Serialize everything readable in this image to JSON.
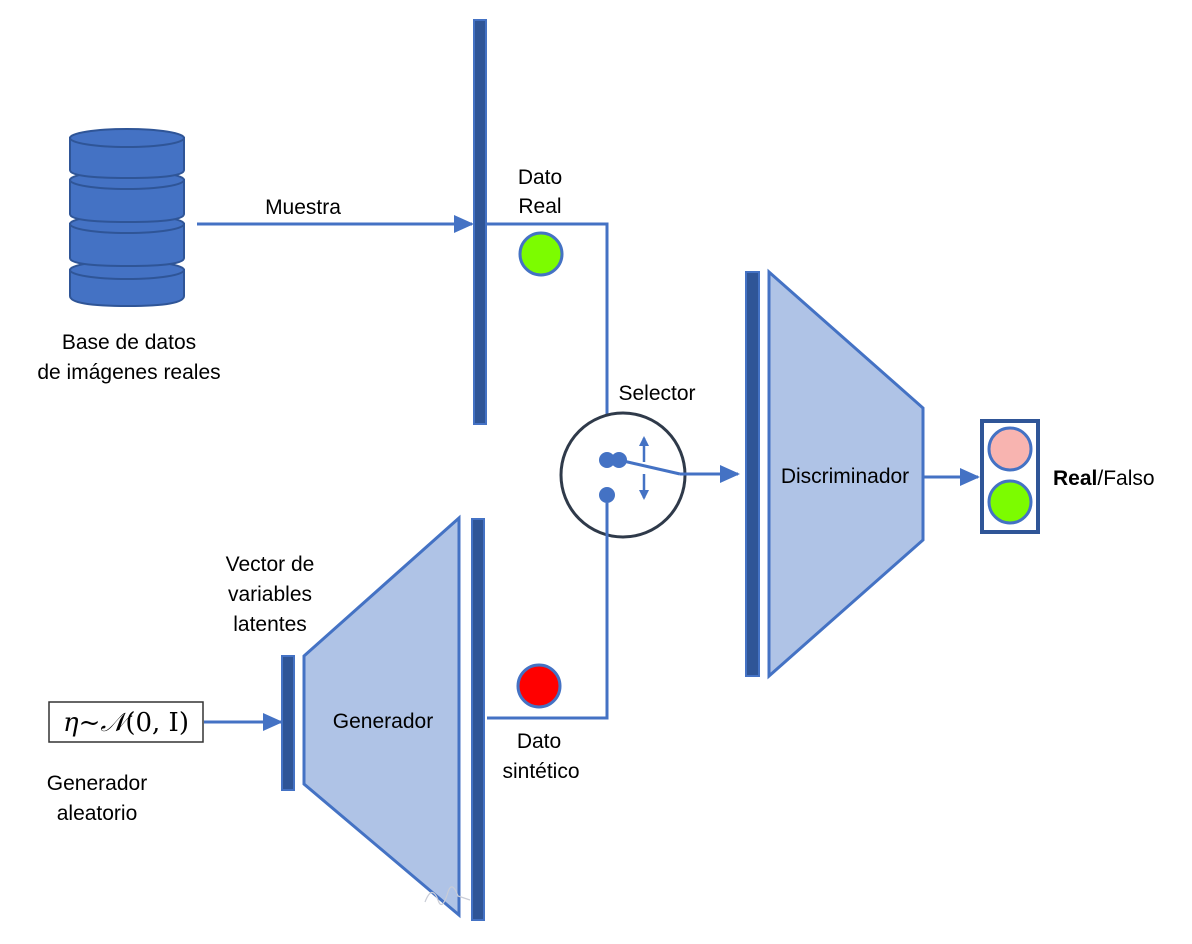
{
  "colors": {
    "accent": "#4472C4",
    "bar_fill": "#2F5597",
    "trapezoid_fill": "#AFC3E6",
    "green": "#7CFC00",
    "red": "#FF0000",
    "pink": "#F8B4B0",
    "selector_stroke": "#2F3A4A"
  },
  "database": {
    "icon": "database-icon",
    "label_line1": "Base de datos",
    "label_line2": "de imágenes reales"
  },
  "sample_arrow": {
    "label": "Muestra"
  },
  "real_data": {
    "label_line1": "Dato",
    "label_line2": "Real"
  },
  "selector": {
    "label": "Selector"
  },
  "discriminator": {
    "label": "Discriminador"
  },
  "output": {
    "label_bold": "Real",
    "label_rest": "/Falso"
  },
  "latent": {
    "label_line1": "Vector de",
    "label_line2": "variables",
    "label_line3": "latentes"
  },
  "noise": {
    "eta": "η",
    "tilde": "~",
    "normal": "𝒩",
    "args": "(0, I)",
    "label_line1": "Generador",
    "label_line2": "aleatorio"
  },
  "generator": {
    "label": "Generador"
  },
  "synthetic_data": {
    "label_line1": "Dato",
    "label_line2": "sintético"
  }
}
